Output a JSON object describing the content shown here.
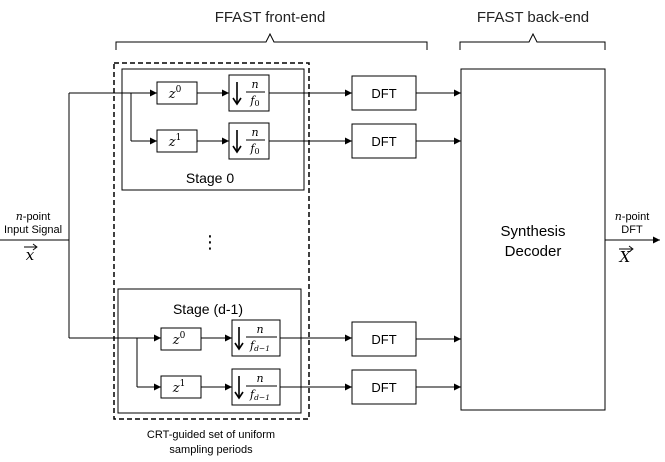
{
  "headers": {
    "front_end": "FFAST front-end",
    "back_end": "FFAST back-end"
  },
  "input": {
    "line1_var": "n",
    "line1_rest": "-point",
    "line2": "Input Signal",
    "symbol": "x"
  },
  "output": {
    "line1_var": "n",
    "line1_rest": "-point",
    "line2": "DFT",
    "symbol": "X"
  },
  "stages": [
    {
      "label": "Stage 0",
      "delays": [
        {
          "base": "z",
          "exp": "0"
        },
        {
          "base": "z",
          "exp": "1"
        }
      ],
      "downsample": {
        "num": "n",
        "den_base": "f",
        "den_sub": "0"
      }
    },
    {
      "label": "Stage (d-1)",
      "delays": [
        {
          "base": "z",
          "exp": "0"
        },
        {
          "base": "z",
          "exp": "1"
        }
      ],
      "downsample": {
        "num": "n",
        "den_base": "f",
        "den_sub": "d−1"
      }
    }
  ],
  "ellipsis": "⋮",
  "dft_label": "DFT",
  "decoder": {
    "line1": "Synthesis",
    "line2": "Decoder"
  },
  "caption": {
    "line1": "CRT-guided set of uniform",
    "line2": "sampling periods"
  }
}
